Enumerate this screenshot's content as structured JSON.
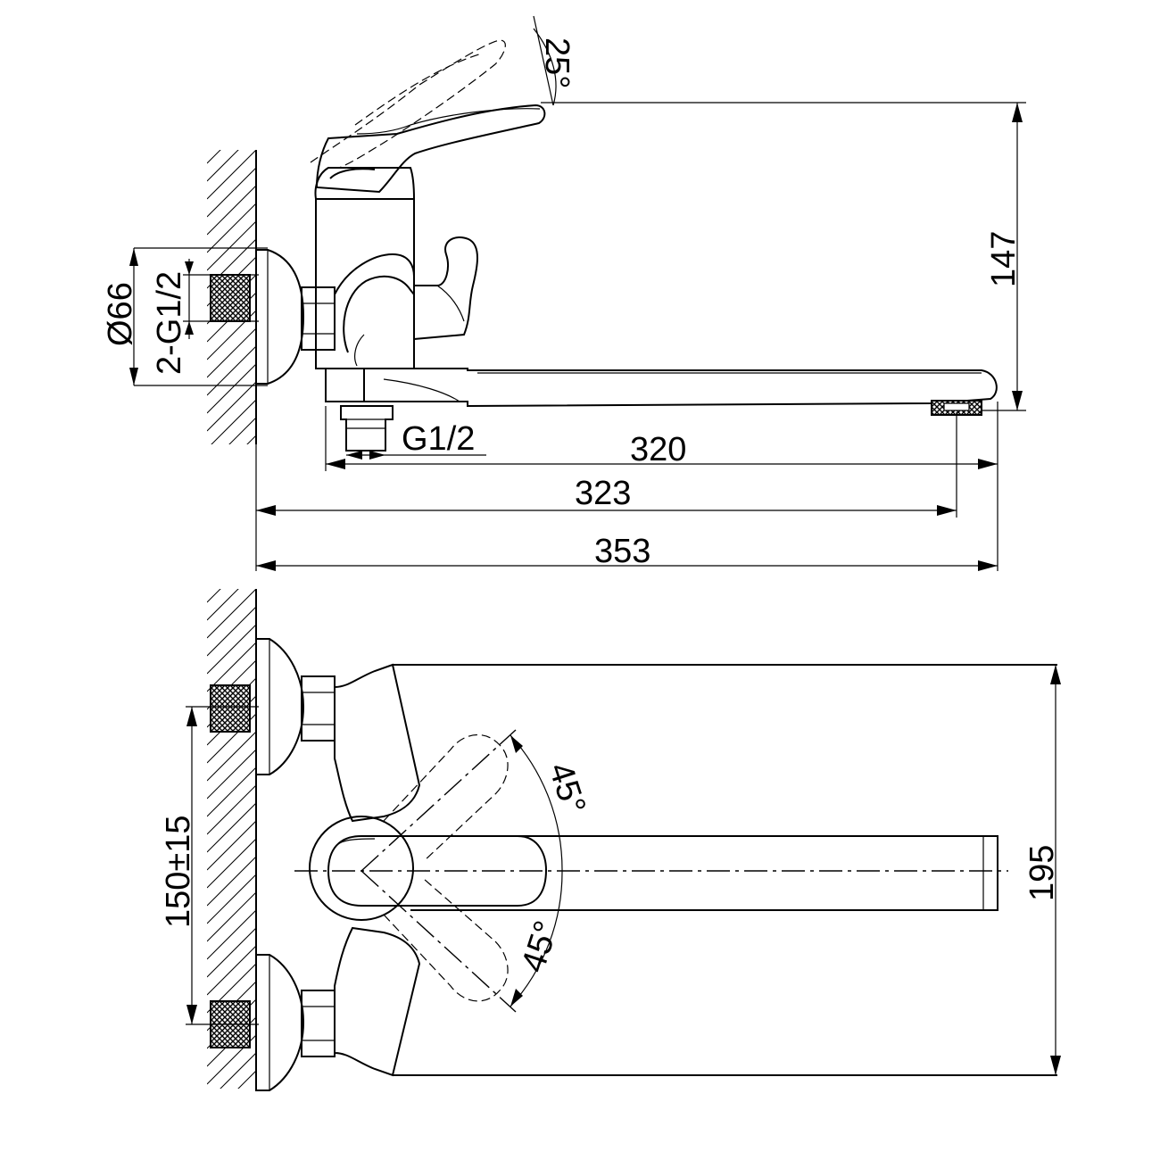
{
  "dimensions": {
    "handle_angle": "25°",
    "height_total": "147",
    "flange_diameter": "Ø66",
    "inlet_thread": "2-G1/2",
    "outlet_thread": "G1/2",
    "spout_reach": "320",
    "reach_from_wall": "323",
    "overall_length": "353",
    "handle_angle_upper": "45°",
    "handle_angle_lower": "45°",
    "inlet_spacing": "150±15",
    "overall_width": "195"
  }
}
